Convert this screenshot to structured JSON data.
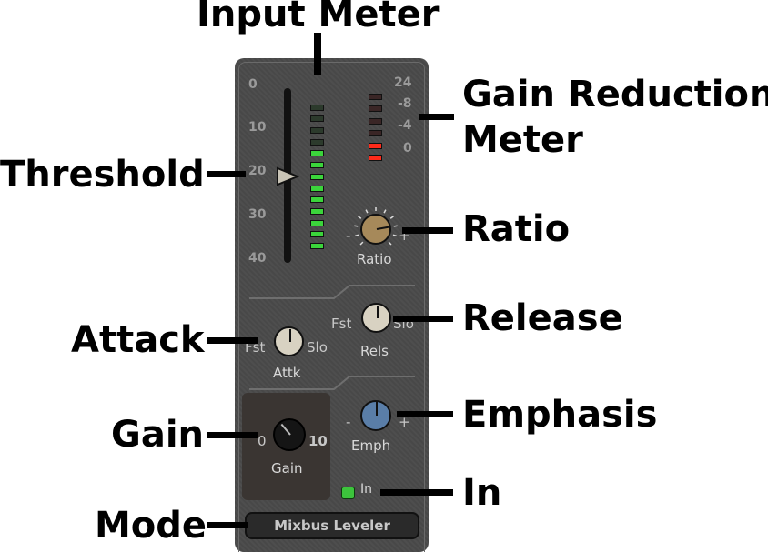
{
  "callouts": {
    "input_meter": "Input Meter",
    "gain_reduction_line1": "Gain Reduction",
    "gain_reduction_line2": "Meter",
    "threshold": "Threshold",
    "ratio": "Ratio",
    "release": "Release",
    "attack": "Attack",
    "emphasis": "Emphasis",
    "gain": "Gain",
    "in": "In",
    "mode": "Mode"
  },
  "plugin": {
    "threshold_scale": [
      "0",
      "10",
      "20",
      "30",
      "40"
    ],
    "gr_scale": [
      "24",
      "-8",
      "-4",
      "0"
    ],
    "ratio": {
      "label": "Ratio",
      "min_label": "-",
      "max_label": "+"
    },
    "release": {
      "label": "Rels",
      "min_label": "Fst",
      "max_label": "Slo"
    },
    "attack": {
      "label": "Attk",
      "min_label": "Fst",
      "max_label": "Slo"
    },
    "emphasis": {
      "label": "Emph",
      "min_label": "-",
      "max_label": "+"
    },
    "gain": {
      "label": "Gain",
      "min_label": "0",
      "max_label": "10"
    },
    "in_label": "In",
    "mode_label": "Mixbus Leveler"
  },
  "colors": {
    "background": "#4a4a4a",
    "led_green_on": "#3bd43b",
    "led_off": "#2c3a2c",
    "gr_red_on": "#ff2a1a",
    "gr_off": "#3a2626",
    "ratio_knob": "#a6895a",
    "attack_knob": "#d8d2c2",
    "release_knob": "#d8d2c2",
    "emphasis_knob": "#5a7ea8",
    "gain_knob": "#151515"
  },
  "meters": {
    "input_leds_lit": 9,
    "input_leds_total": 13,
    "gr_leds_lit": 2,
    "gr_leds_total": 6
  }
}
